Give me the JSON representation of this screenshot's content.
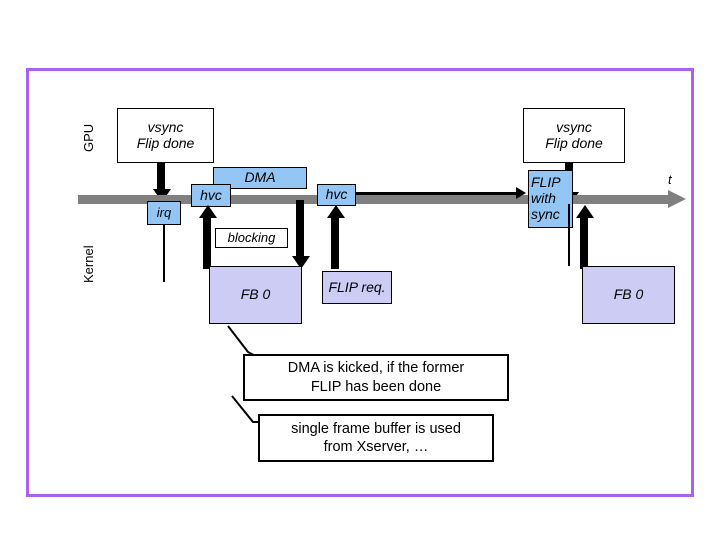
{
  "slide": {
    "frame_color": "#a861f5",
    "background": "#ffffff"
  },
  "lanes": [
    {
      "id": "gpu",
      "label": "GPU"
    },
    {
      "id": "kernel",
      "label": "Kernel"
    }
  ],
  "timeline": {
    "axis_label": "t",
    "color": "#808080"
  },
  "gpu_events": [
    {
      "id": "vsync-1",
      "line1": "vsync",
      "line2": "Flip done"
    },
    {
      "id": "vsync-2",
      "line1": "vsync",
      "line2": "Flip done"
    }
  ],
  "kernel_blocks": [
    {
      "id": "irq",
      "label": "irq",
      "color": "#93c5f5"
    },
    {
      "id": "hvc-1",
      "label": "hvc",
      "color": "#93c5f5"
    },
    {
      "id": "dma",
      "label": "DMA",
      "color": "#93c5f5"
    },
    {
      "id": "hvc-2",
      "label": "hvc",
      "color": "#93c5f5"
    },
    {
      "id": "flip-with-sync",
      "line1": "FLIP",
      "line2": "with",
      "line3": "sync",
      "color": "#93c5f5"
    }
  ],
  "annotations": [
    {
      "id": "blocking",
      "label": "blocking"
    },
    {
      "id": "flip-req",
      "label": "FLIP req."
    }
  ],
  "buffers": [
    {
      "id": "fb0-left",
      "label": "FB 0",
      "color": "#ccccf5"
    },
    {
      "id": "fb0-right",
      "label": "FB 0",
      "color": "#ccccf5"
    }
  ],
  "callouts": [
    {
      "id": "callout-dma",
      "line1": "DMA is kicked, if the former",
      "line2": "FLIP has been done"
    },
    {
      "id": "callout-fb",
      "line1": "single frame buffer is used",
      "line2": "from Xserver, …"
    }
  ]
}
